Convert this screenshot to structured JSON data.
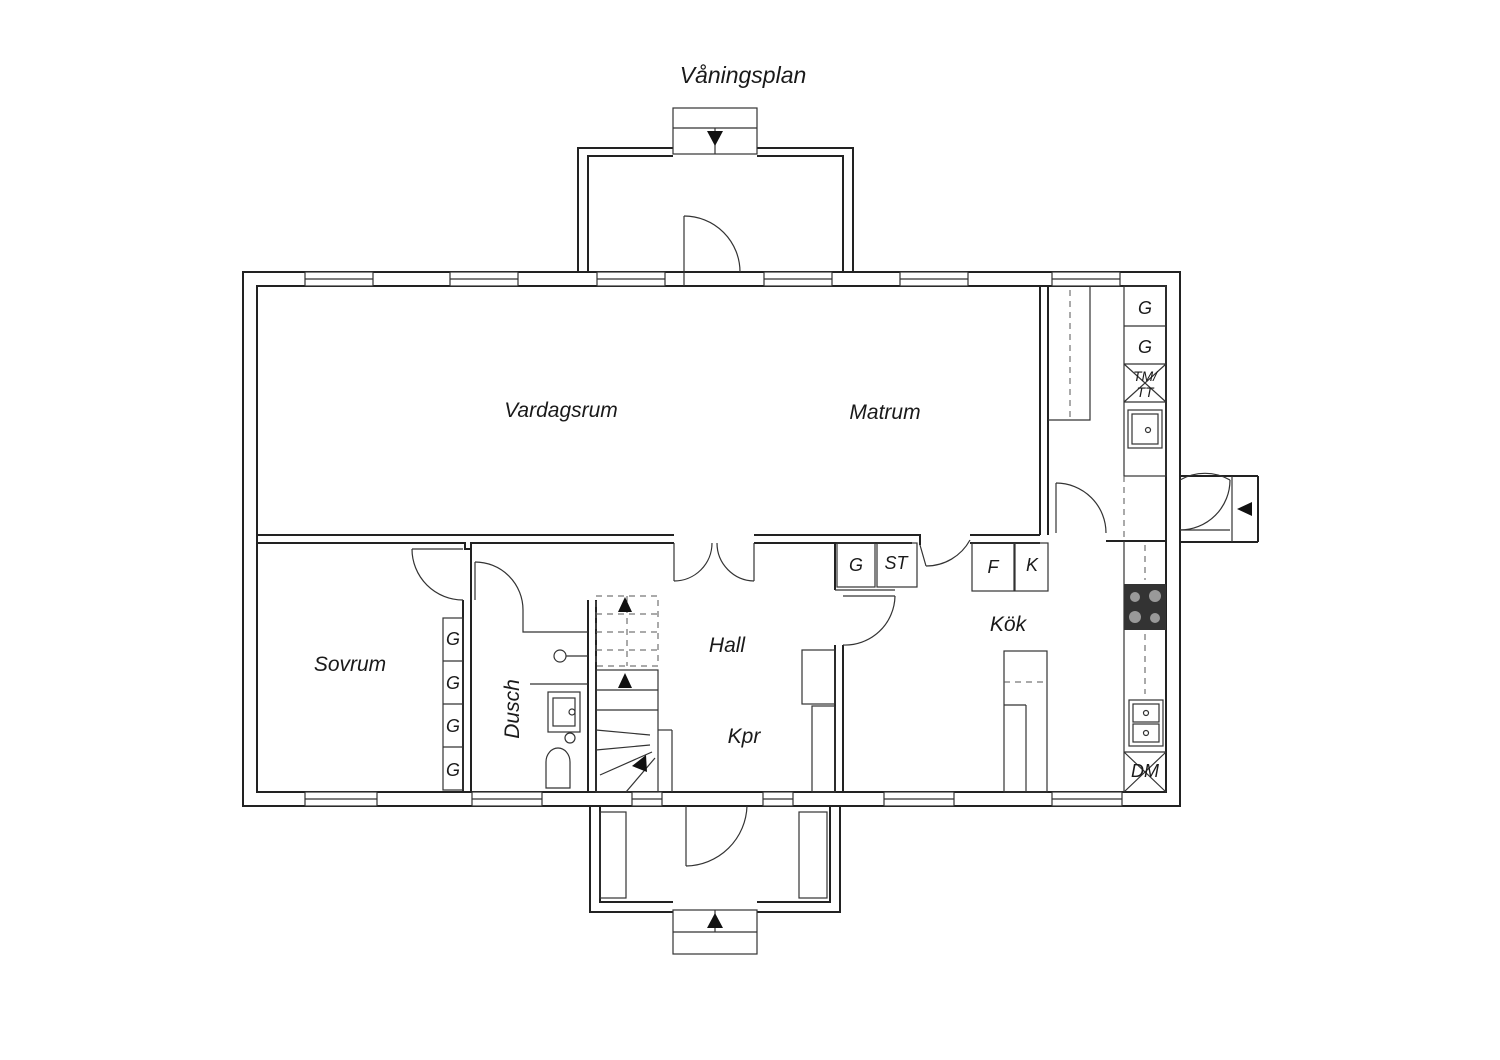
{
  "title": "Våningsplan",
  "rooms": {
    "vardagsrum": "Vardagsrum",
    "matrum": "Matrum",
    "sovrum": "Sovrum",
    "dusch": "Dusch",
    "hall": "Hall",
    "kpr": "Kpr",
    "kok": "Kök"
  },
  "appliances": {
    "g": "G",
    "st": "ST",
    "f": "F",
    "k": "K",
    "tm_tt": "TM/TT",
    "tm": "TM/",
    "tt": "TT",
    "dm": "DM"
  },
  "icons": [
    "entry-arrow-icon",
    "stair-arrow-icon",
    "door-swing-icon",
    "sink-icon",
    "stove-icon",
    "toilet-icon"
  ]
}
